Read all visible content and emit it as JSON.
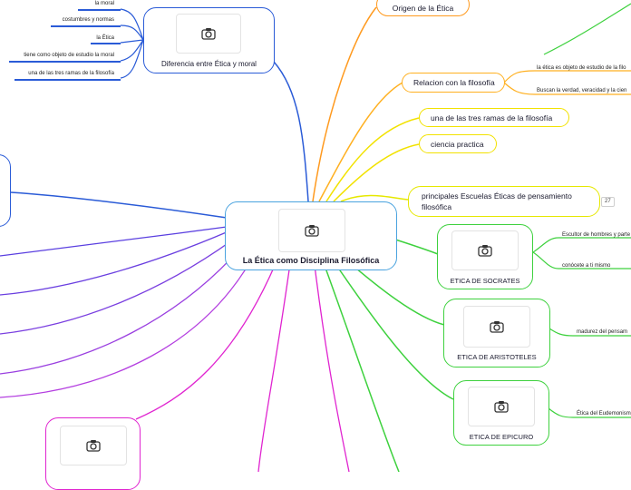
{
  "central": {
    "title": "La Ética como Disciplina  Filosófica"
  },
  "diferencia": {
    "title": "Diferencia  entre Ética  y moral",
    "leaves": [
      "la  moral",
      "costumbres  y normas",
      "la Ética",
      "tiene  como objeto de estudio la moral",
      "una   de las tres ramas  de la filosofía"
    ]
  },
  "origen": {
    "title": "Origen de la Ética"
  },
  "relacion": {
    "title": "Relacion  con la filosofía",
    "leaves": [
      "la  ética  es  objeto de estudio de la filo",
      "Buscan la  verdad, veracidad y  la cien"
    ]
  },
  "ramas": {
    "title": "una   de las tres ramas  de la filosofía"
  },
  "ciencia": {
    "title": "ciencia practica"
  },
  "escuelas": {
    "title": "principales  Escuelas  Éticas  de pensamiento filosófica",
    "badge": "27"
  },
  "socrates": {
    "title": "ETICA  DE SOCRATES",
    "leaves": [
      "Escultor  de hombres y parte",
      "conócete   a ti mismo"
    ]
  },
  "aristoteles": {
    "title": "ETICA   DE ARISTOTELES",
    "leaves": [
      "madurez  del  pensam"
    ]
  },
  "epicuro": {
    "title": "ETICA   DE EPICURO",
    "leaves": [
      "Ética del Eudemonism"
    ]
  },
  "colors": {
    "blue": "#2a5bd7",
    "orange": "#ff9a1f",
    "yellow": "#f2e200",
    "green": "#3ed13e",
    "purple": "#7a3fe0",
    "magenta": "#e024d0",
    "central_border": "#4aa3df"
  }
}
